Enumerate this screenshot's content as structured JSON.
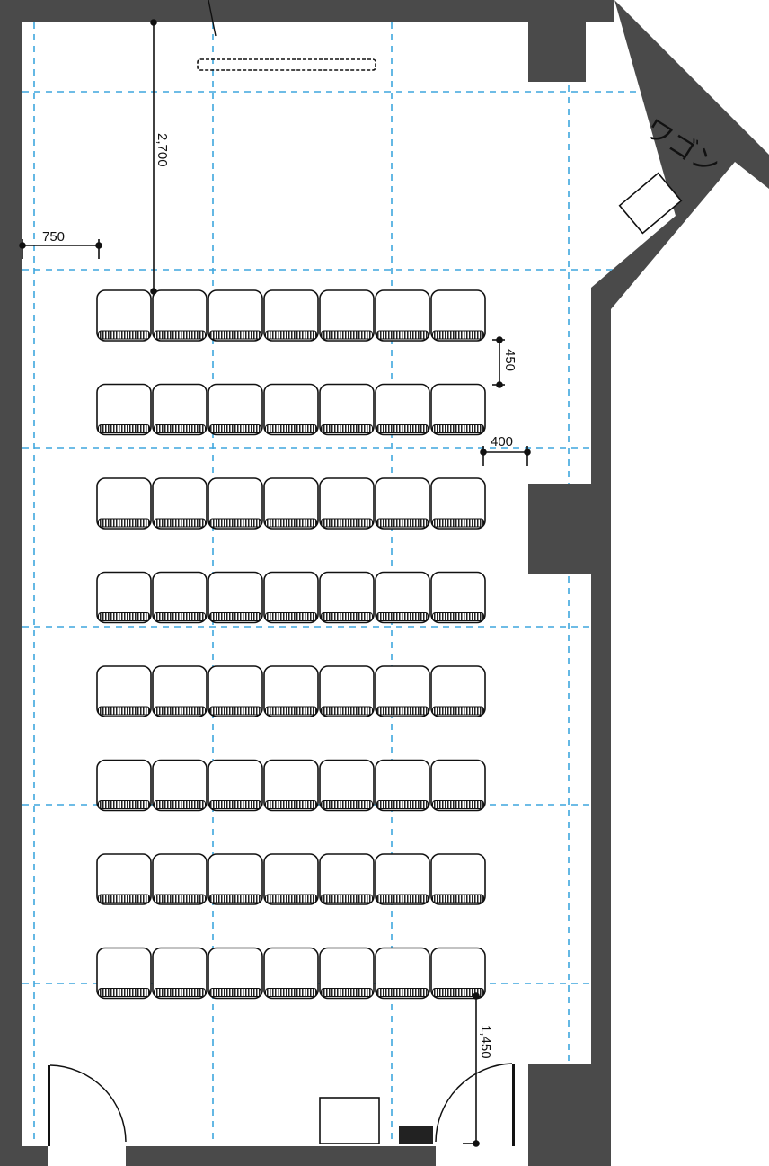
{
  "colors": {
    "wall": "#4a4a4a",
    "grid": "#3ea6de",
    "line": "#111111",
    "background": "#ffffff"
  },
  "labels": {
    "wagon": "ワゴン"
  },
  "dimensions": {
    "ceiling_to_first_row": "2,700",
    "side_clearance": "750",
    "row_pitch": "450",
    "aisle_width": "400",
    "last_row_to_door": "1,450"
  },
  "seating": {
    "rows": 8,
    "seats_per_row": 7
  }
}
